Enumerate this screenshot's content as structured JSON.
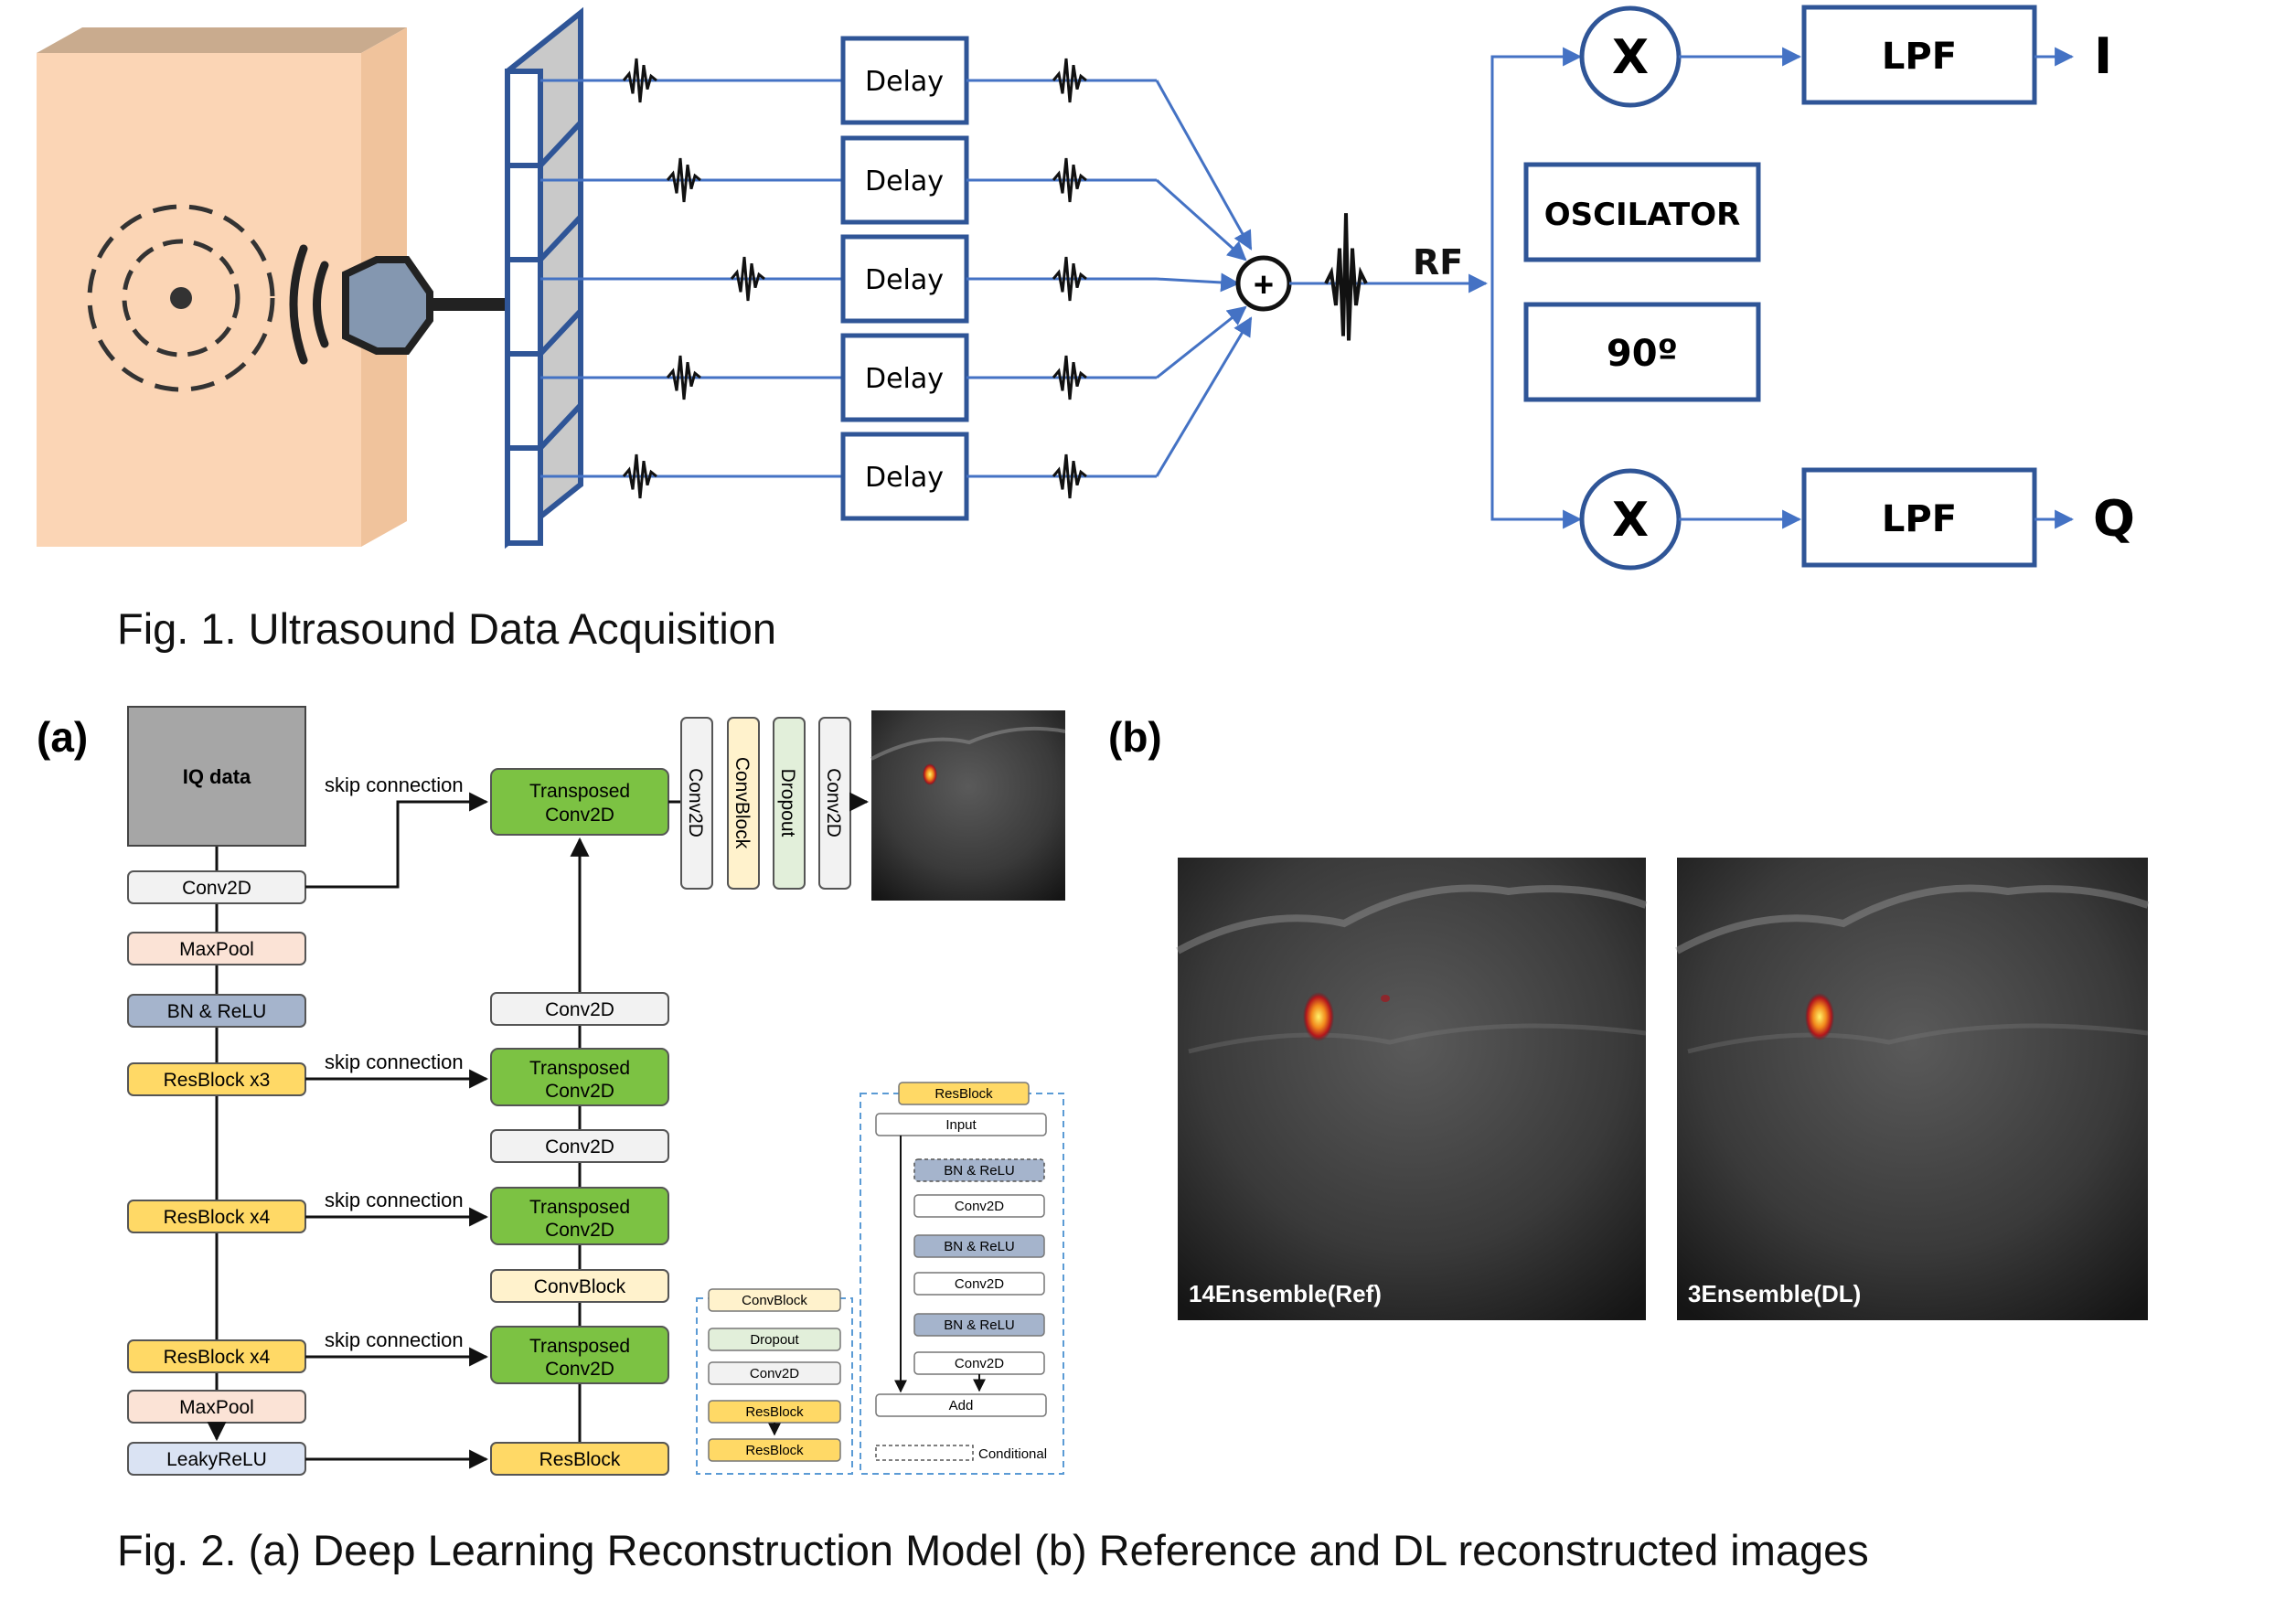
{
  "fig1": {
    "caption": "Fig. 1. Ultrasound Data Acquisition",
    "delay_label": "Delay",
    "sum_symbol": "+",
    "rf_label": "RF",
    "mixer_symbol": "X",
    "oscillator_label": "OSCILATOR",
    "phase_label": "90º",
    "lpf_label": "LPF",
    "output_i": "I",
    "output_q": "Q"
  },
  "fig2": {
    "caption": "Fig. 2. (a) Deep Learning Reconstruction Model (b) Reference and DL reconstructed images",
    "panel_a_label": "(a)",
    "panel_b_label": "(b)",
    "input_label": "IQ data",
    "skip_label": "skip connection",
    "encoder": {
      "conv": "Conv2D",
      "maxpool": "MaxPool",
      "bnrelu": "BN & ReLU",
      "res3": "ResBlock x3",
      "res4a": "ResBlock x4",
      "res4b": "ResBlock x4",
      "maxpool2": "MaxPool",
      "leaky": "LeakyReLU"
    },
    "decoder": {
      "tconv_line1": "Transposed",
      "tconv_line2": "Conv2D",
      "conv": "Conv2D",
      "convblock": "ConvBlock",
      "resblock": "ResBlock"
    },
    "head": [
      "Conv2D",
      "ConvBlock",
      "Dropout",
      "Conv2D"
    ],
    "convblock_legend": {
      "title": "ConvBlock",
      "items": [
        "Dropout",
        "Conv2D",
        "ResBlock",
        "ResBlock"
      ]
    },
    "resblock_legend": {
      "title": "ResBlock",
      "items": [
        "Input",
        "BN & ReLU",
        "Conv2D",
        "BN & ReLU",
        "Conv2D",
        "BN & ReLU",
        "Conv2D",
        "Add"
      ],
      "conditional": "Conditional"
    },
    "image_ref_label": "14Ensemble(Ref)",
    "image_dl_label": "3Ensemble(DL)"
  },
  "colors": {
    "line_blue": "#4472c4",
    "box_blue": "#2f5597",
    "tissue": "#fbd5b5",
    "tissue_top": "#c9ab8e",
    "gray_box": "#a6a6a6",
    "green": "#7cc243",
    "yellow": "#ffd966",
    "peach": "#fbe3d6",
    "steel": "#a5b4cc",
    "light_blue": "#dae3f3",
    "cream": "#fff2cc",
    "sage": "#e2efda"
  }
}
